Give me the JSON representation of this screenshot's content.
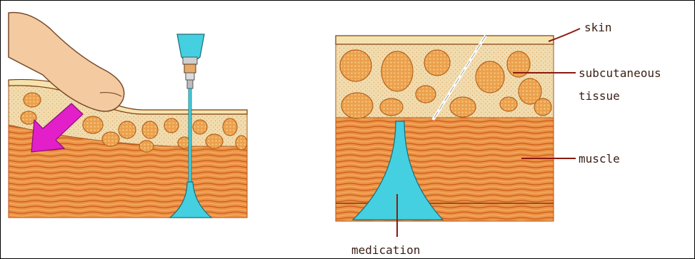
{
  "labels": {
    "skin": "skin",
    "subcutaneous_1": "subcutaneous",
    "subcutaneous_2": "tissue",
    "muscle": "muscle",
    "medication": "medication"
  },
  "colors": {
    "muscle": "#e88a3a",
    "muscle_stripe": "#c95a1f",
    "fat": "#f2d9a6",
    "fat_lobule": "#e9a04a",
    "lobule_edge": "#b5621e",
    "skin": "#f6e6b2",
    "medication": "#44d0e0",
    "finger": "#f3c9a0",
    "arrow": "#e020c8",
    "label_line": "#8b1a10"
  },
  "icons": {
    "arrow": "push-down-arrow-icon",
    "finger": "pinching-finger",
    "syringe": "syringe-needle"
  }
}
